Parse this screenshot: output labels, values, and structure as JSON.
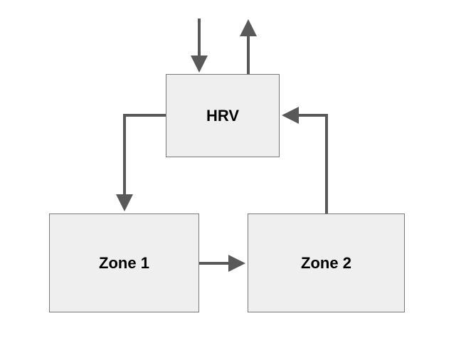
{
  "diagram": {
    "nodes": {
      "hrv": {
        "label": "HRV"
      },
      "zone1": {
        "label": "Zone 1"
      },
      "zone2": {
        "label": "Zone 2"
      }
    },
    "edges": [
      {
        "from": "outside",
        "to": "hrv"
      },
      {
        "from": "hrv",
        "to": "outside"
      },
      {
        "from": "hrv",
        "to": "zone1"
      },
      {
        "from": "zone1",
        "to": "zone2"
      },
      {
        "from": "zone2",
        "to": "hrv"
      }
    ],
    "colors": {
      "box_fill": "#efefef",
      "box_border": "#7a7a7a",
      "arrow": "#595959",
      "text": "#000000",
      "background": "#ffffff"
    }
  }
}
